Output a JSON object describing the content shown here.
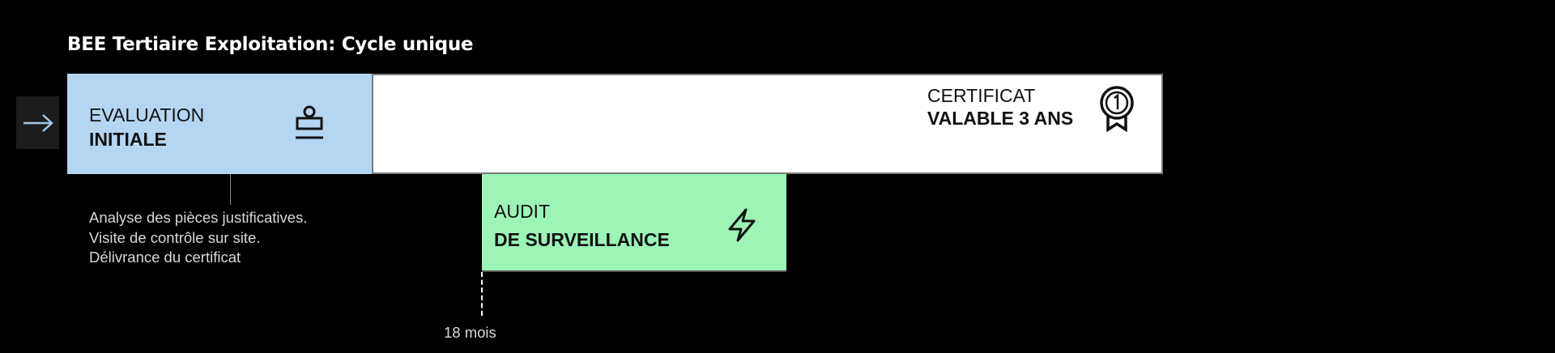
{
  "title": "BEE Tertiaire Exploitation: Cycle unique",
  "start_icon": "arrow-right-icon",
  "phases": {
    "evaluation": {
      "line1": "EVALUATION",
      "line2": "INITIALE",
      "icon": "stamp-icon",
      "color": "#b4d6f2"
    },
    "certificat": {
      "line1": "CERTIFICAT",
      "line2": "VALABLE 3 ANS",
      "icon": "award-ribbon-icon",
      "color": "#ffffff"
    },
    "audit": {
      "line1": "AUDIT",
      "line2": "DE SURVEILLANCE",
      "icon": "lightning-icon",
      "color": "#9cf5b7"
    }
  },
  "evaluation_details": [
    "Analyse des pièces justificatives.",
    "Visite de contrôle sur site.",
    "Délivrance du certificat"
  ],
  "audit_marker": "18 mois"
}
